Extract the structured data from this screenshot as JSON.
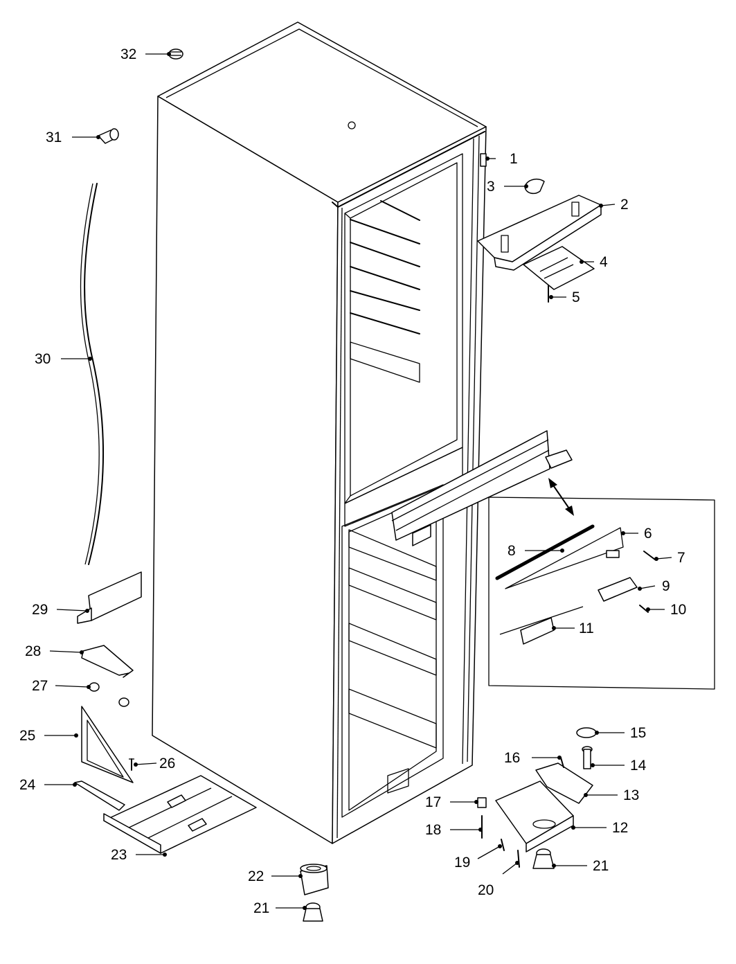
{
  "callouts": [
    {
      "id": "1",
      "text": "1"
    },
    {
      "id": "2",
      "text": "2"
    },
    {
      "id": "3",
      "text": "3"
    },
    {
      "id": "4",
      "text": "4"
    },
    {
      "id": "5",
      "text": "5"
    },
    {
      "id": "6",
      "text": "6"
    },
    {
      "id": "7",
      "text": "7"
    },
    {
      "id": "8",
      "text": "8"
    },
    {
      "id": "9",
      "text": "9"
    },
    {
      "id": "10",
      "text": "10"
    },
    {
      "id": "11",
      "text": "11"
    },
    {
      "id": "12",
      "text": "12"
    },
    {
      "id": "13",
      "text": "13"
    },
    {
      "id": "14",
      "text": "14"
    },
    {
      "id": "15",
      "text": "15"
    },
    {
      "id": "16",
      "text": "16"
    },
    {
      "id": "17",
      "text": "17"
    },
    {
      "id": "18",
      "text": "18"
    },
    {
      "id": "19",
      "text": "19"
    },
    {
      "id": "20",
      "text": "20"
    },
    {
      "id": "21",
      "text": "21"
    },
    {
      "id": "21b",
      "text": "21"
    },
    {
      "id": "22",
      "text": "22"
    },
    {
      "id": "23",
      "text": "23"
    },
    {
      "id": "24",
      "text": "24"
    },
    {
      "id": "25",
      "text": "25"
    },
    {
      "id": "26",
      "text": "26"
    },
    {
      "id": "27",
      "text": "27"
    },
    {
      "id": "28",
      "text": "28"
    },
    {
      "id": "29",
      "text": "29"
    },
    {
      "id": "30",
      "text": "30"
    },
    {
      "id": "31",
      "text": "31"
    },
    {
      "id": "32",
      "text": "32"
    }
  ]
}
